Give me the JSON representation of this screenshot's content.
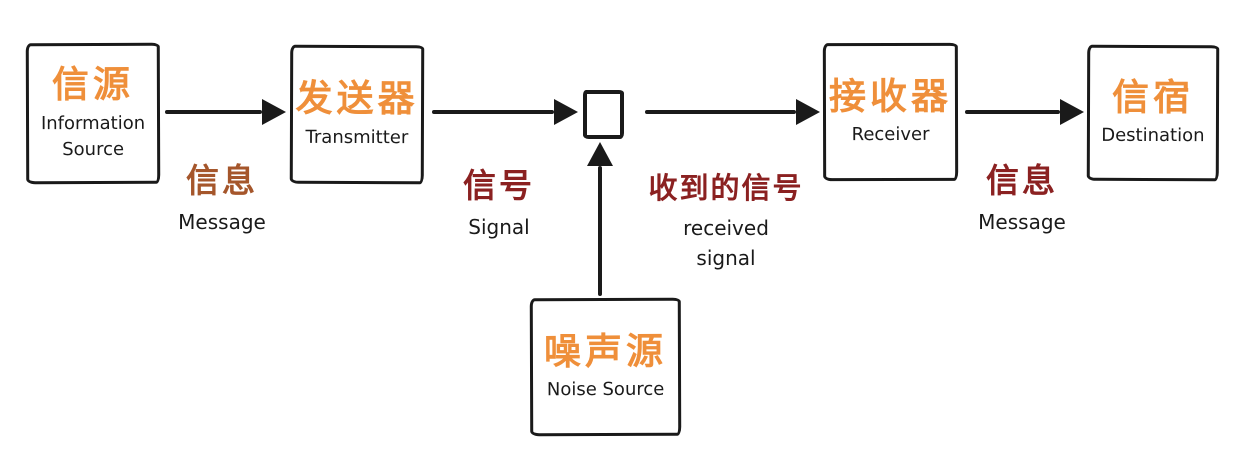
{
  "diagram": {
    "type": "flow-diagram",
    "subject": "communication-system-model",
    "colors": {
      "node_cn": "#ef8f3a",
      "message1_cn": "#a5562b",
      "label_cn": "#8b2121",
      "ink": "#1a1a1a",
      "background": "#ffffff"
    },
    "nodes": [
      {
        "id": "information-source",
        "cn": "信源",
        "en_lines": [
          "Information",
          "Source"
        ]
      },
      {
        "id": "transmitter",
        "cn": "发送器",
        "en_lines": [
          "Transmitter"
        ]
      },
      {
        "id": "receiver",
        "cn": "接收器",
        "en_lines": [
          "Receiver"
        ]
      },
      {
        "id": "destination",
        "cn": "信宿",
        "en_lines": [
          "Destination"
        ]
      },
      {
        "id": "noise-source",
        "cn": "噪声源",
        "en_lines": [
          "Noise Source"
        ]
      }
    ],
    "edge_labels": [
      {
        "id": "message-1",
        "cn": "信息",
        "en_lines": [
          "Message"
        ]
      },
      {
        "id": "signal",
        "cn": "信号",
        "en_lines": [
          "Signal"
        ]
      },
      {
        "id": "received-signal",
        "cn": "收到的信号",
        "en_lines": [
          "received",
          "signal"
        ]
      },
      {
        "id": "message-2",
        "cn": "信息",
        "en_lines": [
          "Message"
        ]
      }
    ]
  }
}
